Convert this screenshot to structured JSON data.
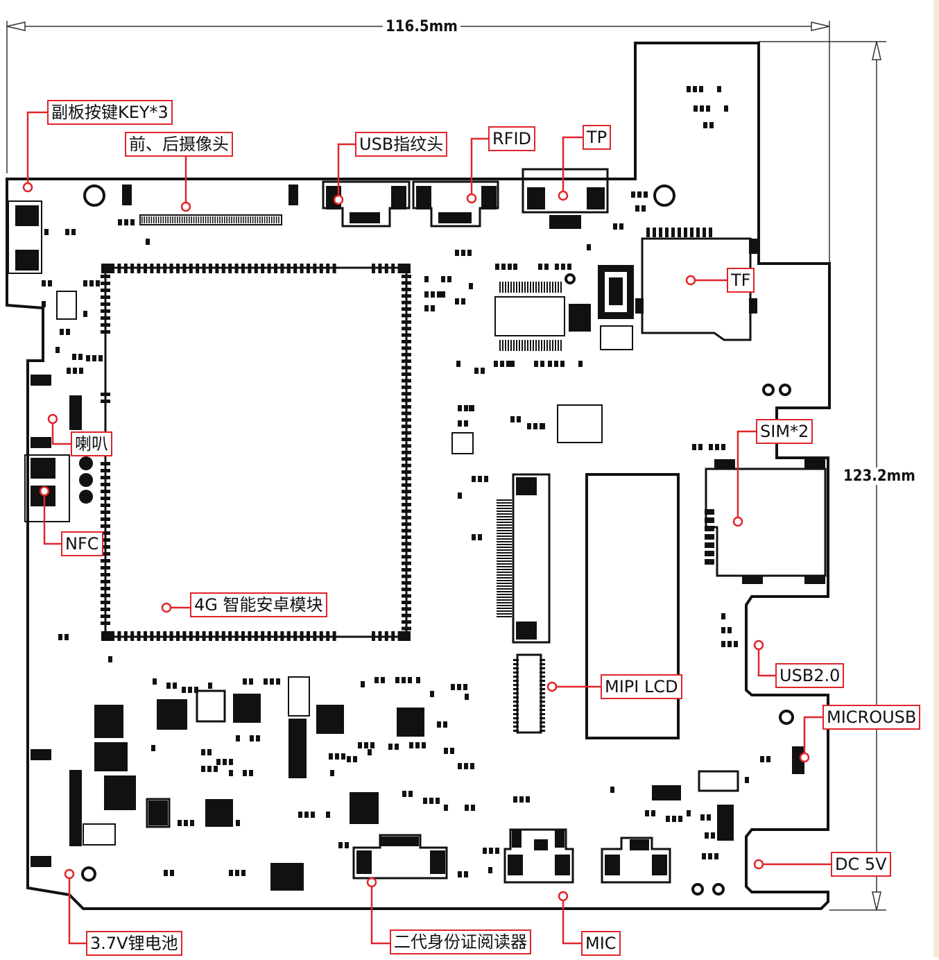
{
  "labels": {
    "key": "副板按键KEY*3",
    "camera": "前、后摄像头",
    "usb_fingerprint": "USB指纹头",
    "rfid": "RFID",
    "tp": "TP",
    "tf": "TF",
    "speaker": "喇叭",
    "nfc": "NFC",
    "sim": "SIM*2",
    "module_4g": "4G 智能安卓模块",
    "usb2": "USB2.0",
    "mipi_lcd": "MIPI LCD",
    "microusb": "MICROUSB",
    "dc5v": "DC 5V",
    "battery": "3.7V锂电池",
    "id_reader": "二代身份证阅读器",
    "mic": "MIC"
  },
  "dimensions": {
    "width": "116.5mm",
    "height": "123.2mm"
  },
  "colors": {
    "callout": "#e0242a",
    "board": "#111111"
  }
}
